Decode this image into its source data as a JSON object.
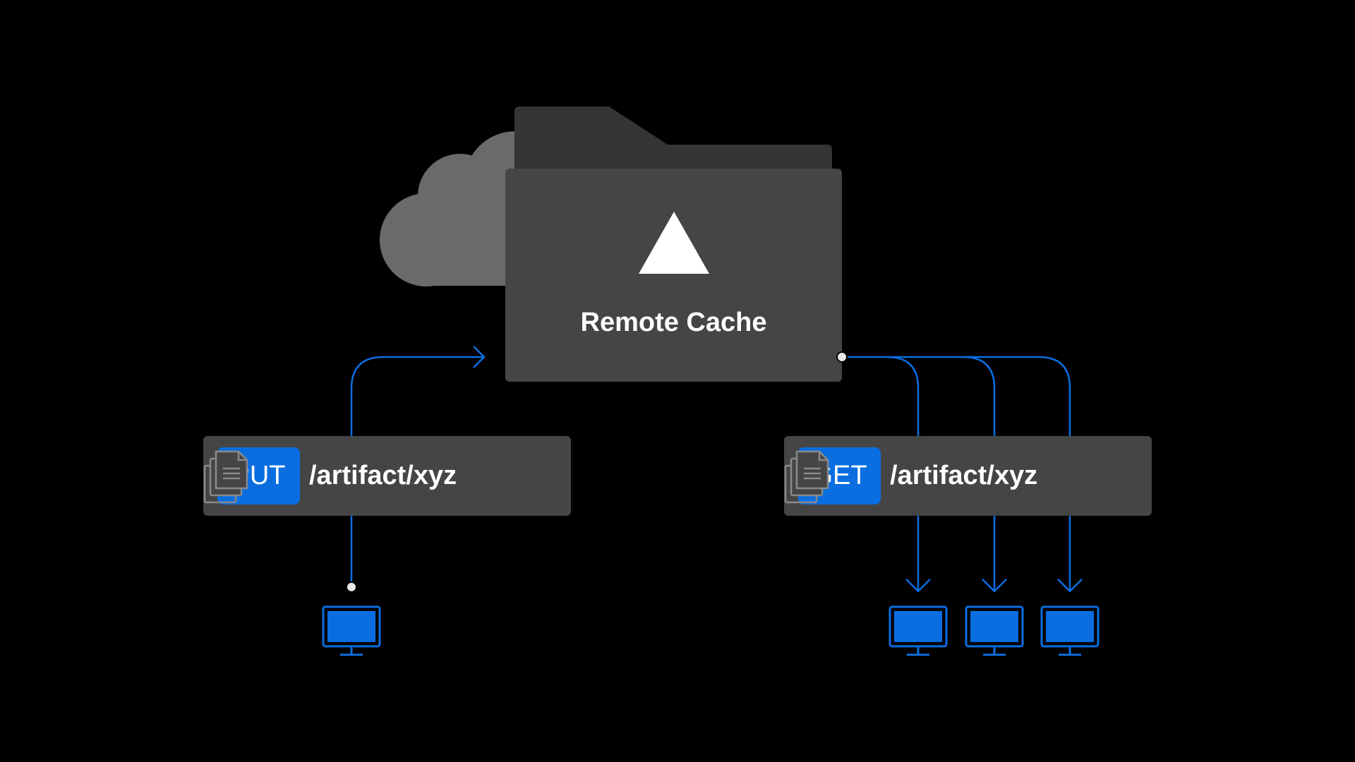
{
  "remote_cache": {
    "label": "Remote Cache",
    "icon": "vercel-triangle-icon"
  },
  "requests": {
    "put": {
      "method": "PUT",
      "path": "/artifact/xyz",
      "icon": "document-stack-icon"
    },
    "get": {
      "method": "GET",
      "path": "/artifact/xyz",
      "icon": "document-stack-icon"
    }
  },
  "clients": {
    "uploaders": 1,
    "downloaders": 3,
    "icon": "monitor-icon"
  },
  "colors": {
    "background": "#000000",
    "panel": "#454545",
    "folder_back": "#353535",
    "cloud": "#6a6a6a",
    "accent_blue": "#0a6ee0",
    "connector_dot": "#e8e8e8"
  }
}
